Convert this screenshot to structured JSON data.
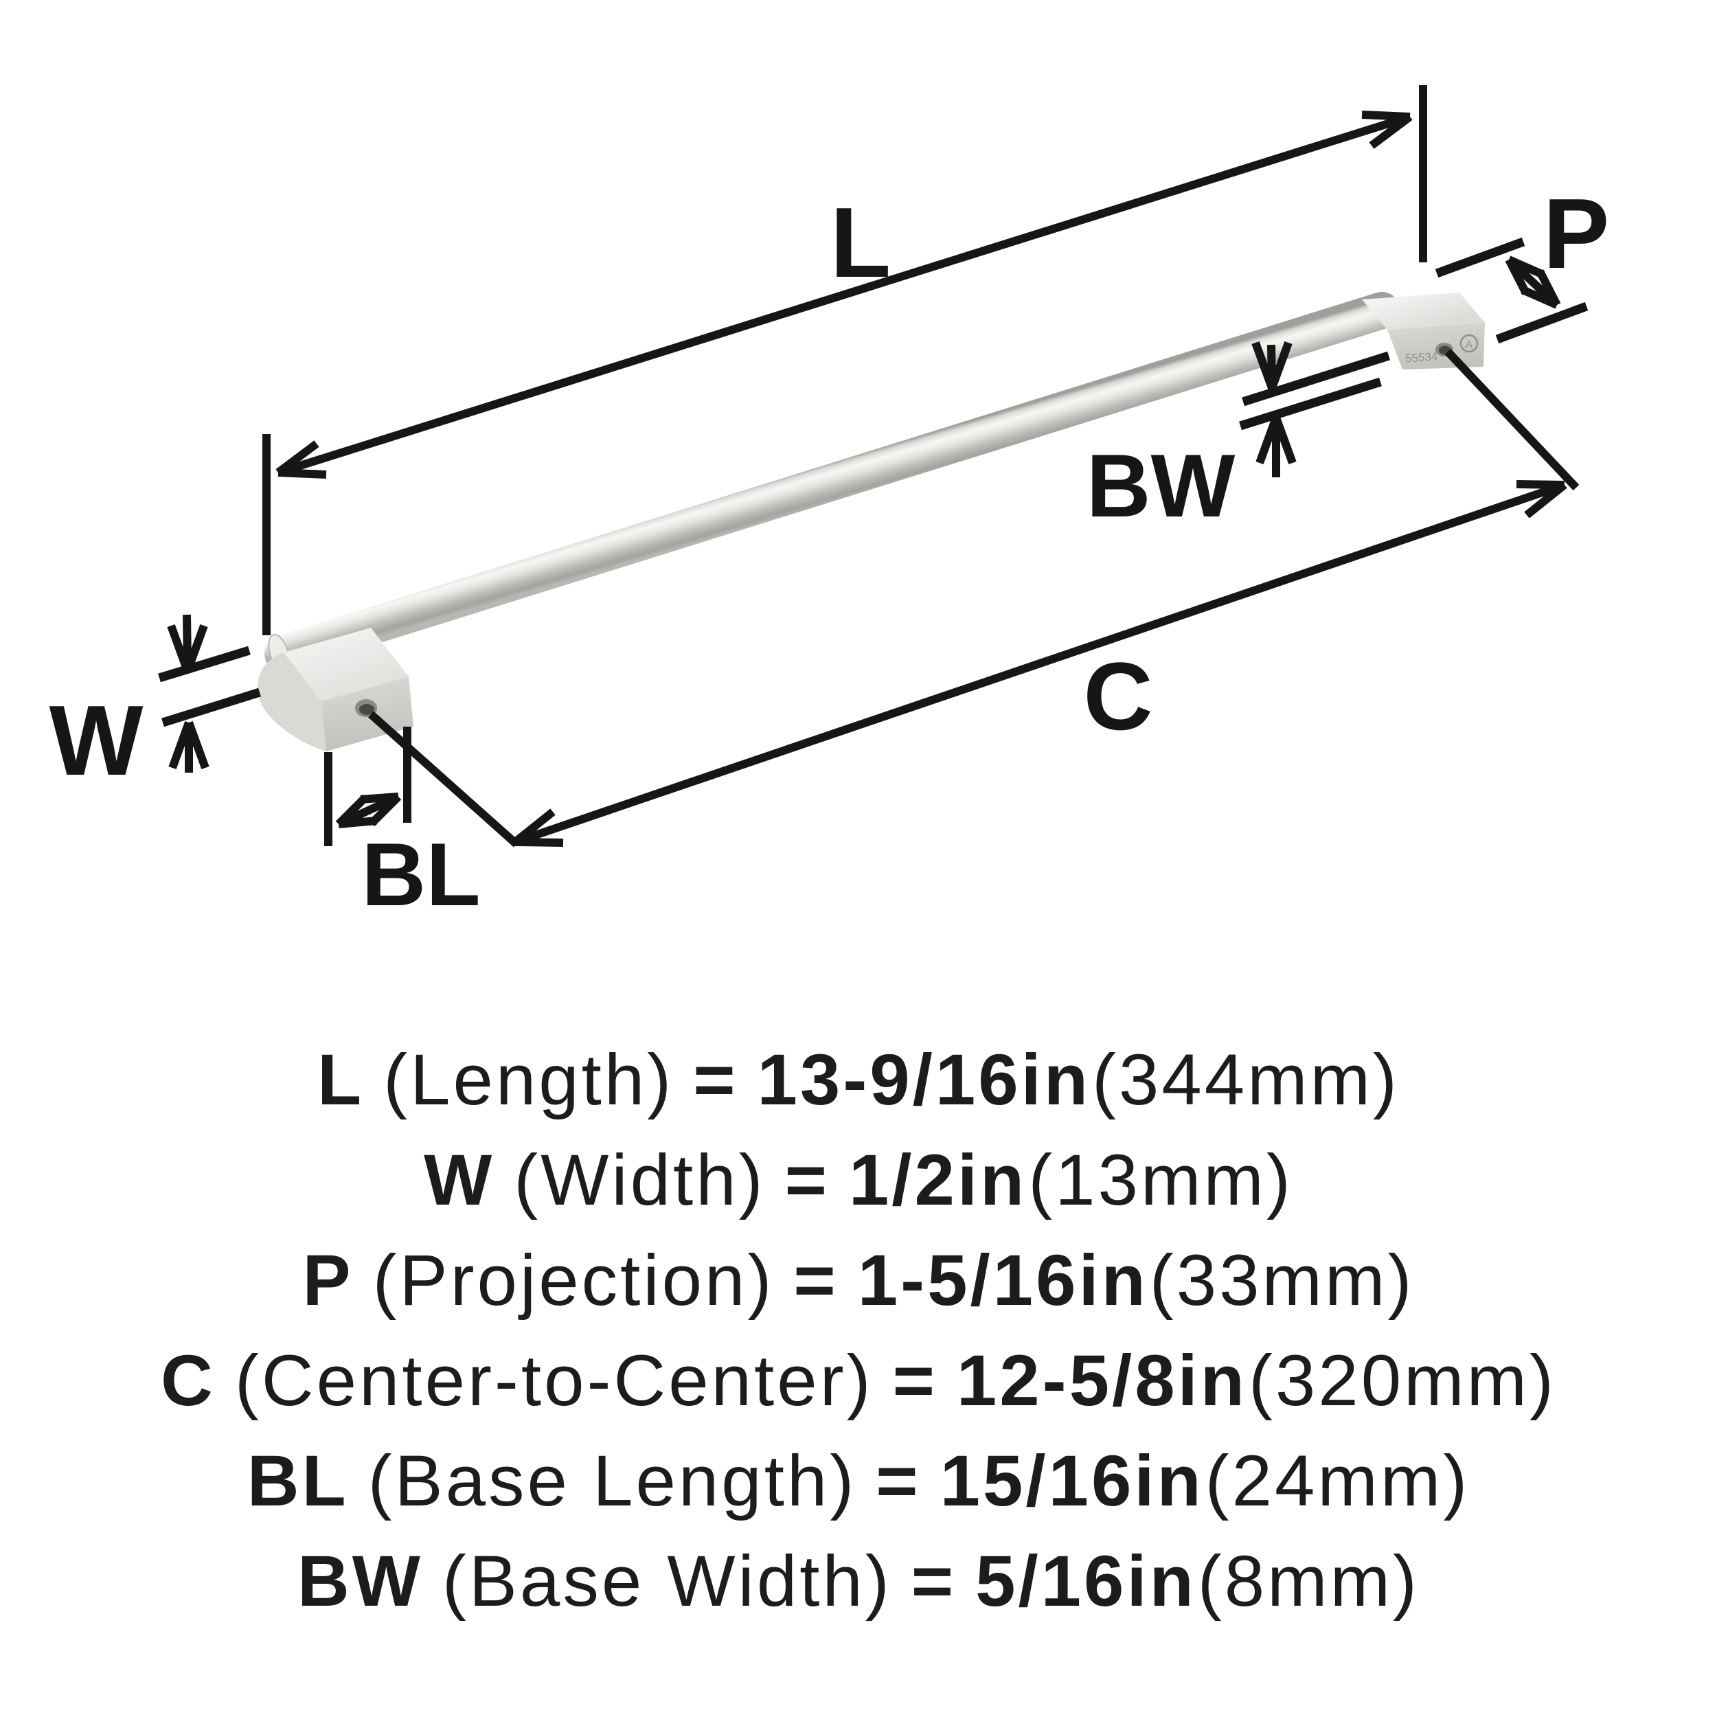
{
  "diagram": {
    "line_color": "#161616",
    "labels": {
      "length": "L",
      "width": "W",
      "projection": "P",
      "center_to_center": "C",
      "base_length": "BL",
      "base_width": "BW"
    },
    "handle": {
      "part_number": "55534",
      "brand_mark": "A",
      "bar_highlight": "#f7f7f5",
      "bar_mid": "#d9d9d6",
      "bar_shadow": "#a3a3a0",
      "face_top": "#f0f0ee",
      "face_front": "#cdcdca",
      "hole_dark": "#474744",
      "hole_rim": "#8a8a87"
    }
  },
  "specs": {
    "equals": "=",
    "rows": [
      {
        "abbr": "L",
        "name": "(Length)",
        "value": "13-9/16in",
        "metric": "(344mm)"
      },
      {
        "abbr": "W",
        "name": "(Width)",
        "value": "1/2in",
        "metric": "(13mm)"
      },
      {
        "abbr": "P",
        "name": "(Projection)",
        "value": "1-5/16in",
        "metric": "(33mm)"
      },
      {
        "abbr": "C",
        "name": "(Center-to-Center)",
        "value": "12-5/8in",
        "metric": "(320mm)"
      },
      {
        "abbr": "BL",
        "name": "(Base Length)",
        "value": "15/16in",
        "metric": "(24mm)"
      },
      {
        "abbr": "BW",
        "name": "(Base Width)",
        "value": "5/16in",
        "metric": "(8mm)"
      }
    ]
  }
}
